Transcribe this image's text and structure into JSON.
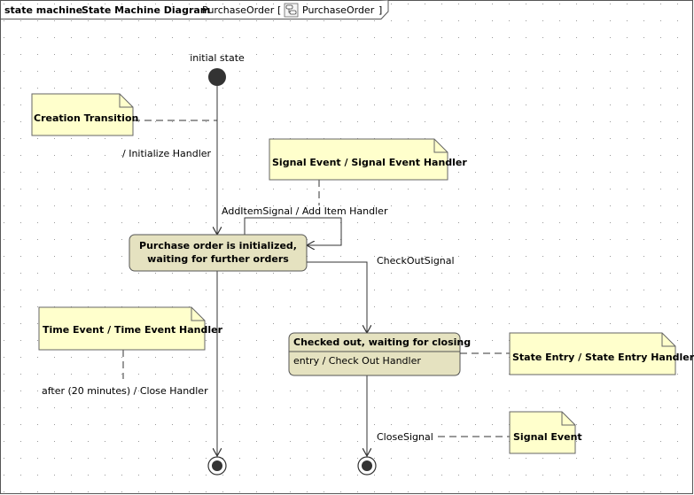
{
  "frame": {
    "kind": "state machine",
    "diagram_type": "State Machine Diagram",
    "name": "PurchaseOrder",
    "context_bracket_open": "[",
    "context_name": "PurchaseOrder",
    "context_bracket_close": "]",
    "context_icon": "state-machine-icon"
  },
  "initial_state": {
    "label": "initial state"
  },
  "states": {
    "initialized": {
      "line1": "Purchase order is initialized,",
      "line2": "waiting for further orders"
    },
    "checked_out": {
      "name": "Checked out, waiting for closing",
      "entry": "entry / Check Out Handler"
    }
  },
  "transitions": {
    "initialize": "/ Initialize Handler",
    "add_item": "AddItemSignal / Add Item Handler",
    "check_out": "CheckOutSignal",
    "close_timeout": "after (20 minutes) / Close Handler",
    "close_signal": "CloseSignal"
  },
  "notes": {
    "creation": "Creation Transition",
    "signal_event_handler": "Signal Event / Signal Event Handler",
    "time_event": "Time Event / Time Event Handler",
    "state_entry": "State Entry / State Entry Handler",
    "signal_event": "Signal Event"
  },
  "colors": {
    "state_fill": "#e5e2c0",
    "note_fill": "#ffffcc",
    "line": "#333333",
    "grid_dot": "#9a9a9a"
  }
}
